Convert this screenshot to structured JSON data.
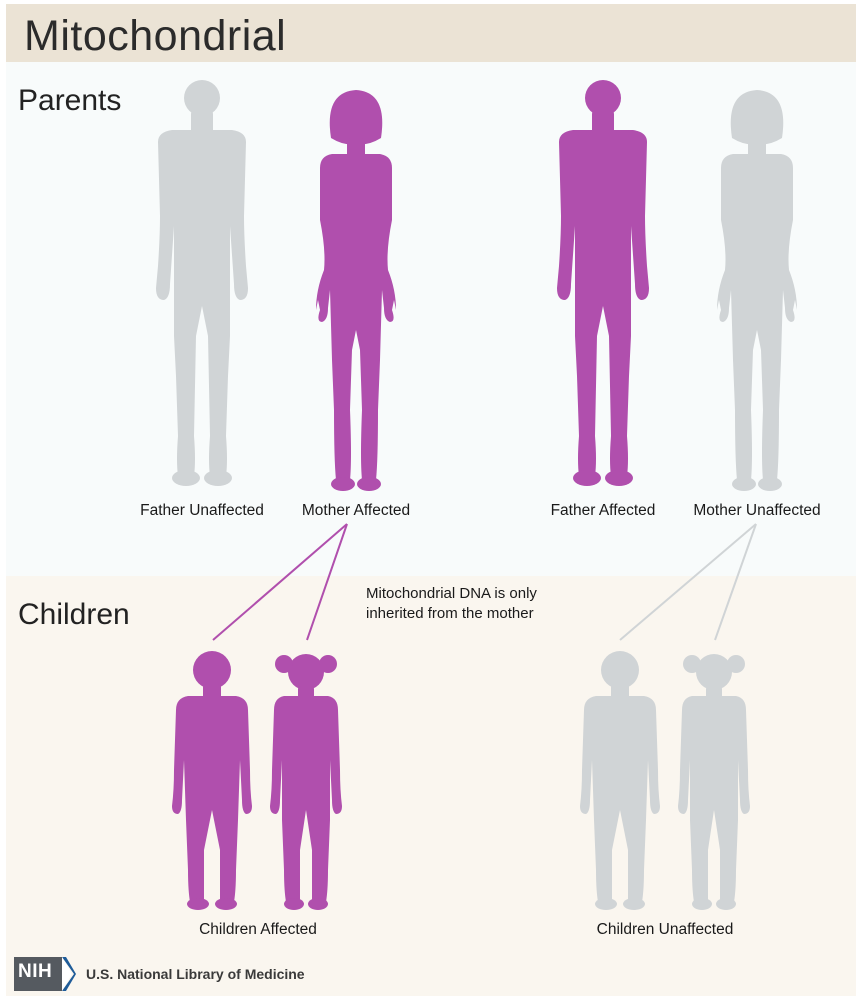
{
  "title": "Mitochondrial",
  "sections": {
    "parents": "Parents",
    "children": "Children"
  },
  "parents": {
    "father_unaffected": "Father Unaffected",
    "mother_affected": "Mother Affected",
    "father_affected": "Father Affected",
    "mother_unaffected": "Mother Unaffected"
  },
  "children": {
    "affected": "Children Affected",
    "unaffected": "Children Unaffected"
  },
  "note": "Mitochondrial DNA is only inherited from the mother",
  "footer": {
    "nih": "NIH",
    "org": "U.S. National Library of Medicine"
  },
  "colors": {
    "affected": "#b04fad",
    "unaffected": "#d0d4d6",
    "title_band": "#ebe3d5",
    "children_band": "#faf6ef",
    "nih_blue": "#1f5c99"
  }
}
